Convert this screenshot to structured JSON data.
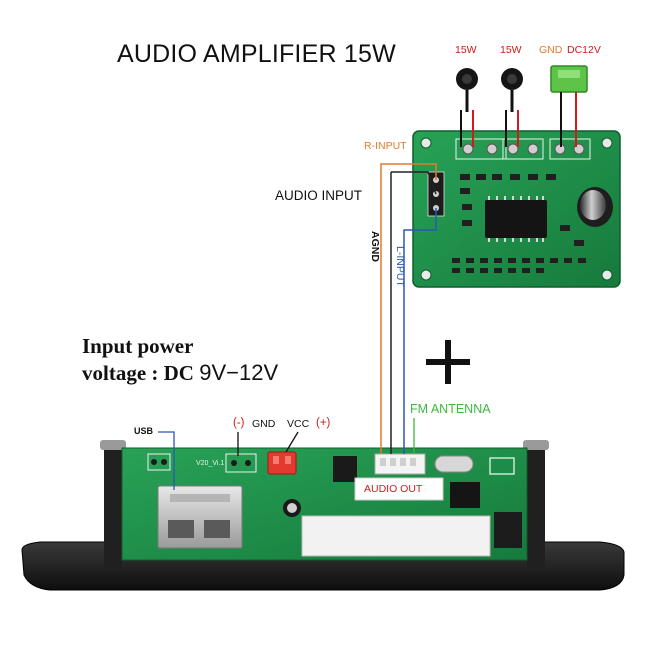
{
  "title": "AUDIO AMPLIFIER 15W",
  "amplifier_labels": {
    "left_speaker": "15W",
    "right_speaker": "15W",
    "gnd": "GND",
    "dc": "DC12V"
  },
  "wire_labels": {
    "r_input": "R-INPUT",
    "audio_input": "AUDIO INPUT",
    "agnd": "AGND",
    "l_input": "L-INPUT"
  },
  "power_note": {
    "line1": "Input power",
    "line2_prefix": "voltage : DC",
    "line2_value": "9V−12V"
  },
  "plus_sign": "+",
  "decoder_labels": {
    "usb": "USB",
    "neg": "(-)",
    "gnd": "GND",
    "vcc": "VCC",
    "pos": "(+)",
    "fm_antenna": "FM ANTENNA",
    "audio_out": "AUDIO OUT",
    "board_mark": "V20_Vi.1"
  },
  "colors": {
    "board_green": "#1f8e4a",
    "wire_orange": "#e07b2a",
    "wire_blue": "#2c56b8",
    "wire_black": "#222222",
    "accent_red": "#d21a1a",
    "accent_green": "#3cb83c",
    "panel_black": "#1b1b1b"
  }
}
